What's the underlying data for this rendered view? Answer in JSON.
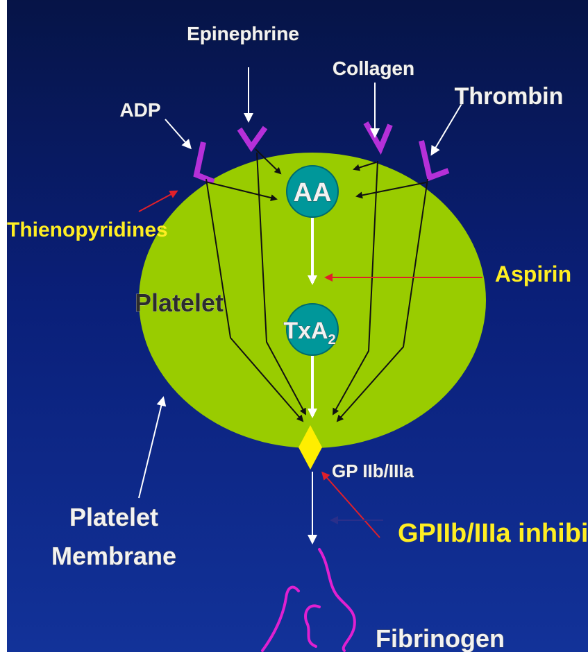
{
  "labels": {
    "epinephrine": "Epinephrine",
    "collagen": "Collagen",
    "adp": "ADP",
    "thrombin": "Thrombin",
    "thienopyridines": "Thienopyridines",
    "aspirin": "Aspirin",
    "platelet": "Platelet",
    "aa": "AA",
    "txa2_main": "TxA",
    "txa2_sub": "2",
    "gp_receptor": "GP IIb/IIIa",
    "gp_inhibitors": "GPIIb/IIIa inhibitors",
    "membrane_line1": "Platelet",
    "membrane_line2": "Membrane",
    "fibrinogen": "Fibrinogen"
  },
  "colors": {
    "background_top": "#061447",
    "background_bottom": "#123299",
    "platelet_fill": "#99cc00",
    "circle_fill": "#00979a",
    "receptor": "#b530d8",
    "diamond": "#ffee00",
    "fibrinogen": "#e020d0",
    "inhibitor_arrow": "#e0202a",
    "highlight_text": "#ffee22"
  }
}
